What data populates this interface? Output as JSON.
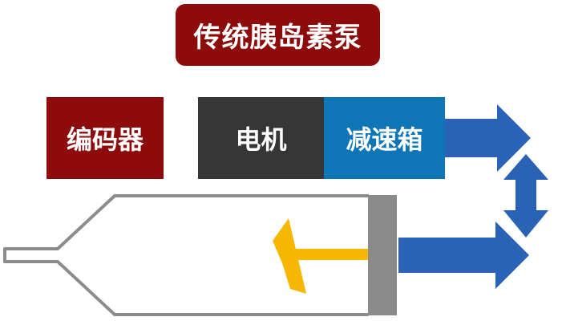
{
  "title": "传统胰岛素泵",
  "components": {
    "encoder": "编码器",
    "motor": "电机",
    "gearbox": "减速箱"
  },
  "colors": {
    "title_bg": "#8e0b0b",
    "encoder_bg": "#8e0b0b",
    "motor_bg": "#363636",
    "gearbox_bg": "#0e75b6",
    "arrow": "#2a62b5",
    "piston": "#8a8a8a",
    "plunger_rod": "#f5b700",
    "syringe_outline": "#8c8c8c"
  }
}
